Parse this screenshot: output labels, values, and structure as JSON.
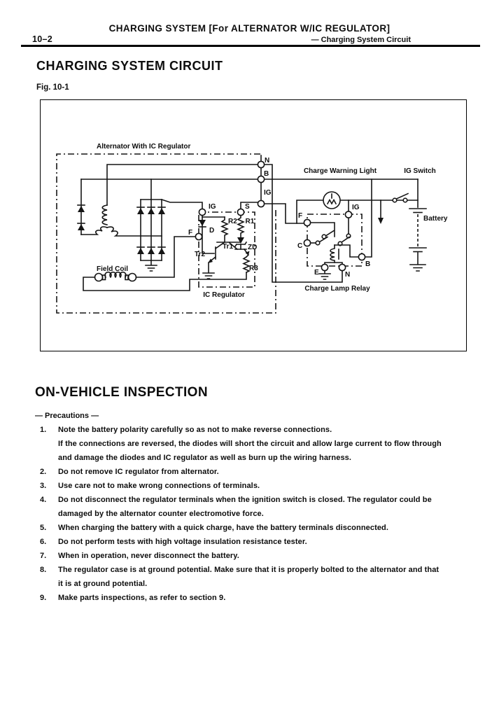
{
  "header": {
    "page_number": "10–2",
    "title": "CHARGING SYSTEM [For ALTERNATOR W/IC REGULATOR]",
    "subtitle": "— Charging System Circuit"
  },
  "circuit_section": {
    "title": "CHARGING SYSTEM CIRCUIT",
    "figure_label": "Fig. 10-1"
  },
  "diagram": {
    "alternator_label": "Alternator With IC Regulator",
    "charge_warning_light_label": "Charge Warning Light",
    "ig_switch_label": "IG Switch",
    "battery_label": "Battery",
    "field_coil_label": "Field Coil",
    "ic_regulator_label": "IC Regulator",
    "charge_lamp_relay_label": "Charge Lamp Relay",
    "terminals": {
      "n": "N",
      "b": "B",
      "ig": "IG",
      "s": "S",
      "reg_ig": "IG",
      "f": "F",
      "relay_f": "F",
      "relay_c": "C",
      "relay_e": "E",
      "relay_n": "N",
      "relay_b": "B",
      "relay_ig": "IG"
    },
    "components": {
      "d": "D",
      "r1": "R1",
      "r2": "R2",
      "r3": "R3",
      "zd": "ZD",
      "tr1": "Tr1",
      "tr2": "Tr2"
    }
  },
  "inspection_section": {
    "title": "ON-VEHICLE INSPECTION",
    "subtitle": "— Precautions —",
    "items": [
      {
        "num": "1.",
        "text": "Note the battery polarity carefully so as not to make reverse connections.\nIf the connections are reversed, the diodes will short the circuit and allow large current to flow through\nand damage the diodes and IC regulator as well as burn up the wiring harness."
      },
      {
        "num": "2.",
        "text": "Do not remove IC regulator from alternator."
      },
      {
        "num": "3.",
        "text": "Use care not to make wrong connections of terminals."
      },
      {
        "num": "4.",
        "text": "Do not disconnect the regulator terminals when the ignition switch is closed. The regulator could be\ndamaged by the alternator counter electromotive force."
      },
      {
        "num": "5.",
        "text": "When charging the battery with a quick charge, have the battery terminals disconnected."
      },
      {
        "num": "6.",
        "text": "Do not perform tests with high voltage insulation resistance tester."
      },
      {
        "num": "7.",
        "text": "When in operation, never disconnect the battery."
      },
      {
        "num": "8.",
        "text": "The regulator case is at ground potential. Make sure that it is properly bolted to the alternator and that\nit is at ground potential."
      },
      {
        "num": "9.",
        "text": "Make parts inspections, as refer to section 9."
      }
    ]
  }
}
